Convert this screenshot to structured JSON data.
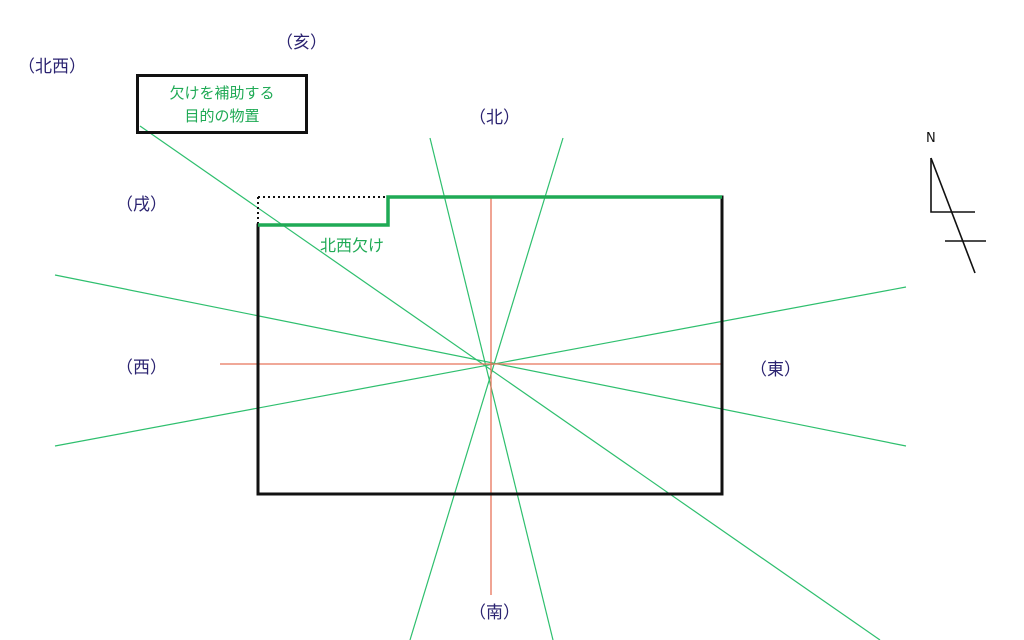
{
  "directions": {
    "north": "（北）",
    "south": "（南）",
    "east": "（東）",
    "west": "（西）",
    "northwest": "（北西）",
    "inui_gai": "（亥）",
    "inui_jutsu": "（戌）"
  },
  "note_box": {
    "line1": "欠けを補助する",
    "line2": "目的の物置"
  },
  "missing_corner_label": "北西欠け",
  "north_marker": "N",
  "colors": {
    "outline": "#111111",
    "missing_edge": "#1faa55",
    "sector_lines": "#2ebf6e",
    "axes": "#e8735a",
    "labels": "#2a2270"
  }
}
